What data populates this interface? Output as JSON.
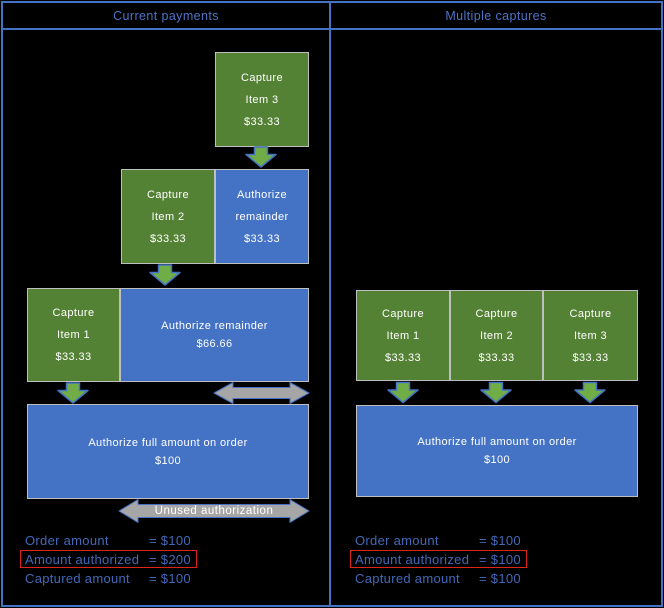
{
  "header": {
    "left_title": "Current payments",
    "right_title": "Multiple captures"
  },
  "left_panel": {
    "capture_item_3": {
      "lines": [
        "Capture",
        "Item 3",
        "$33.33"
      ]
    },
    "capture_item_2": {
      "lines": [
        "Capture",
        "Item 2",
        "$33.33"
      ]
    },
    "authorize_remainder_33": {
      "lines": [
        "Authorize",
        "remainder",
        "$33.33"
      ]
    },
    "capture_item_1": {
      "lines": [
        "Capture",
        "Item 1",
        "$33.33"
      ]
    },
    "authorize_remainder_66": {
      "lines": [
        "Authorize remainder",
        "$66.66"
      ]
    },
    "authorize_full": {
      "lines": [
        "Authorize full amount on order",
        "$100"
      ]
    },
    "unused_arrow_label": "Unused authorization",
    "summary": {
      "rows": [
        {
          "label": "Order amount",
          "value": "= $100",
          "highlighted": false
        },
        {
          "label": "Amount authorized",
          "value": "= $200",
          "highlighted": true
        },
        {
          "label": "Captured amount",
          "value": "= $100",
          "highlighted": false
        }
      ]
    }
  },
  "right_panel": {
    "capture_item_1": {
      "lines": [
        "Capture",
        "Item 1",
        "$33.33"
      ]
    },
    "capture_item_2": {
      "lines": [
        "Capture",
        "Item 2",
        "$33.33"
      ]
    },
    "capture_item_3": {
      "lines": [
        "Capture",
        "Item 3",
        "$33.33"
      ]
    },
    "authorize_full": {
      "lines": [
        "Authorize full amount on order",
        "$100"
      ]
    },
    "summary": {
      "rows": [
        {
          "label": "Order amount",
          "value": "= $100",
          "highlighted": false
        },
        {
          "label": "Amount authorized",
          "value": "= $100",
          "highlighted": true
        },
        {
          "label": "Captured amount",
          "value": "= $100",
          "highlighted": false
        }
      ]
    }
  },
  "icons": {
    "down_arrow": "block-down-arrow",
    "double_arrow": "horizontal-double-arrow"
  },
  "colors": {
    "background": "#000000",
    "frame_blue": "#4472C4",
    "capture_green": "#548235",
    "authorize_blue": "#4472C4",
    "arrow_green": "#70AD47",
    "arrow_gray": "#A6A6A6",
    "box_border_gray": "#BFBFBF",
    "highlight_red": "#DE2318",
    "label_blue": "#4169B8",
    "box_text": "#FFFFFF"
  }
}
